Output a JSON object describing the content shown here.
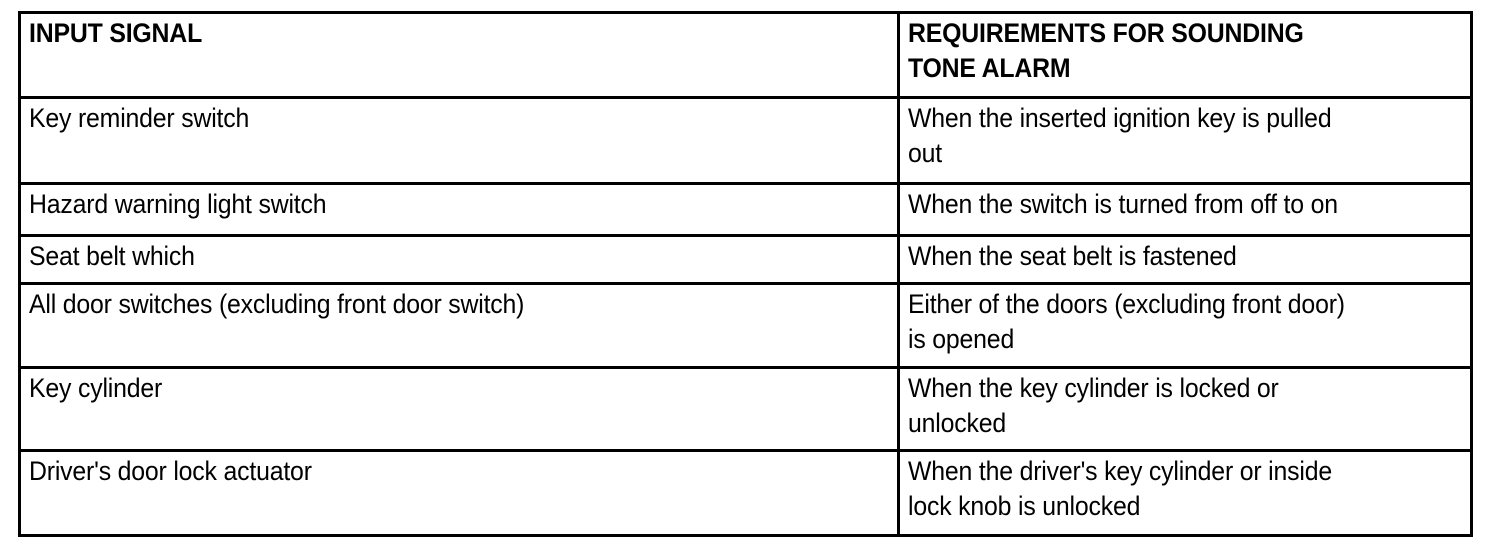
{
  "document": {
    "kind": "specification-table",
    "background_color": "#FFFFFF",
    "text_color": "#000000",
    "border_color": "#000000"
  },
  "table": {
    "columns": [
      {
        "key": "input_signal",
        "header": "INPUT SIGNAL"
      },
      {
        "key": "requirement",
        "header": "REQUIREMENTS FOR SOUNDING\nTONE ALARM"
      }
    ],
    "rows": [
      {
        "input_signal": "Key reminder switch",
        "requirement": "When the inserted ignition key is pulled\nout"
      },
      {
        "input_signal": "Hazard warning light switch",
        "requirement": "When the switch is turned from off to on"
      },
      {
        "input_signal": "Seat belt which",
        "requirement": "When the seat belt is fastened"
      },
      {
        "input_signal": "All door switches (excluding front door switch)",
        "requirement": "Either of the doors (excluding front door)\nis opened"
      },
      {
        "input_signal": "Key cylinder",
        "requirement": "When the key cylinder is locked or\nunlocked"
      },
      {
        "input_signal": "Driver's door lock actuator",
        "requirement": "When the driver's key cylinder or inside\nlock knob is unlocked"
      }
    ]
  }
}
